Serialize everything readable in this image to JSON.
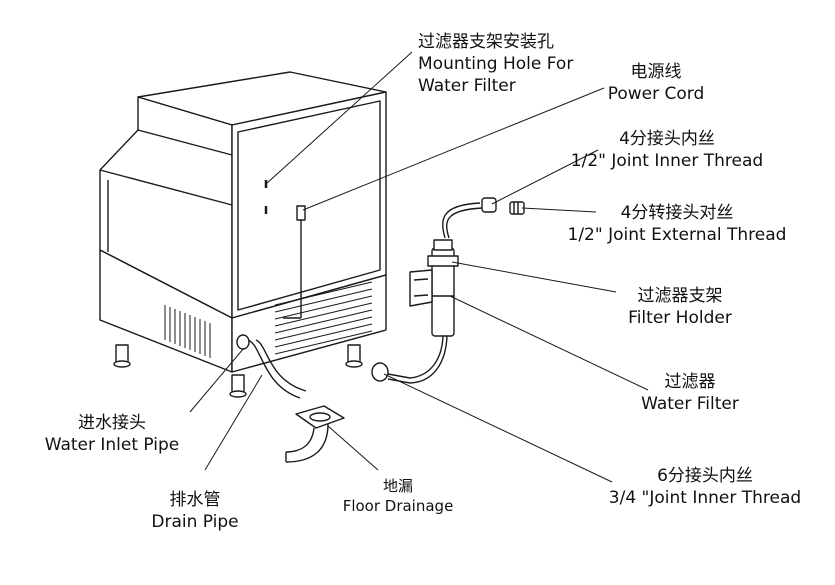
{
  "labels": {
    "filter_hole": {
      "zh": "过滤器支架安装孔",
      "en1": "Mounting Hole For",
      "en2": "Water Filter"
    },
    "power_cord": {
      "zh": "电源线",
      "en": "Power Cord"
    },
    "inner_thread_half": {
      "zh": "4分接头内丝",
      "en": "1/2\" Joint Inner Thread"
    },
    "external_thread_half": {
      "zh": "4分转接头对丝",
      "en": "1/2\" Joint External Thread"
    },
    "filter_holder": {
      "zh": "过滤器支架",
      "en": "Filter Holder"
    },
    "water_filter": {
      "zh": "过滤器",
      "en": "Water Filter"
    },
    "inner_thread_three_quarter": {
      "zh": "6分接头内丝",
      "en": "3/4 \"Joint Inner Thread"
    },
    "water_inlet": {
      "zh": "进水接头",
      "en": "Water Inlet Pipe"
    },
    "drain_pipe": {
      "zh": "排水管",
      "en": "Drain Pipe"
    },
    "floor_drainage": {
      "zh": "地漏",
      "en": "Floor Drainage"
    }
  },
  "colors": {
    "line": "#1a1a1a",
    "fill": "#ffffff",
    "shade": "#e8e8e8"
  }
}
